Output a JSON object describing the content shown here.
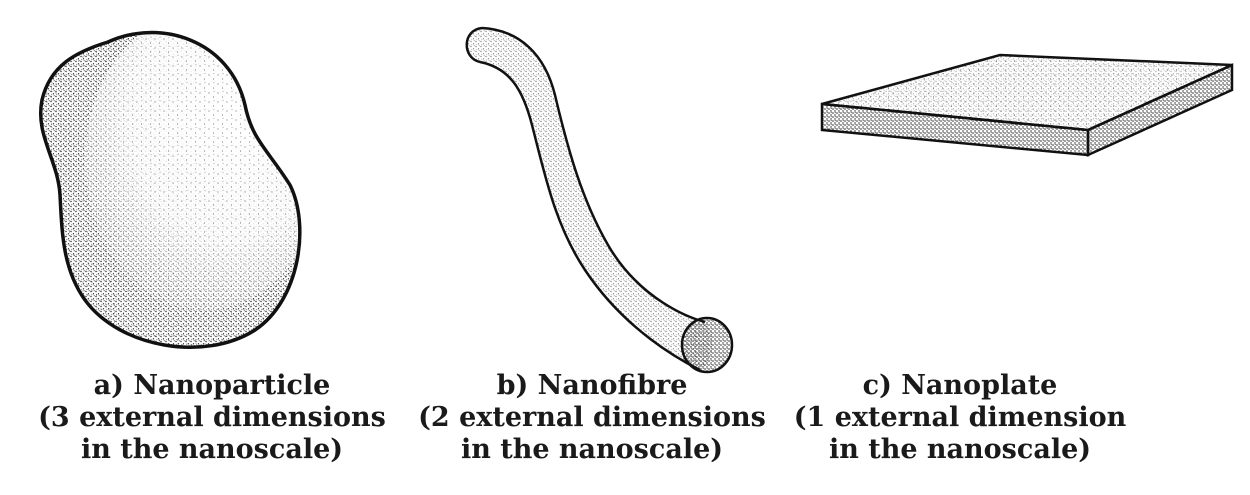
{
  "panels": [
    {
      "id": "a",
      "icon": "nanoparticle-shape-icon",
      "caption": {
        "line1": "a) Nanoparticle",
        "line2": "(3 external dimensions",
        "line3": "in the nanoscale)"
      }
    },
    {
      "id": "b",
      "icon": "nanofibre-shape-icon",
      "caption": {
        "line1": "b) Nanofibre",
        "line2": "(2 external dimensions",
        "line3": "in the nanoscale)"
      }
    },
    {
      "id": "c",
      "icon": "nanoplate-shape-icon",
      "caption": {
        "line1": "c) Nanoplate",
        "line2": "(1 external dimension",
        "line3": "in the nanoscale)"
      }
    }
  ],
  "colors": {
    "outline": "#111111",
    "stipple": "#2a2a2a",
    "background": "#ffffff"
  }
}
